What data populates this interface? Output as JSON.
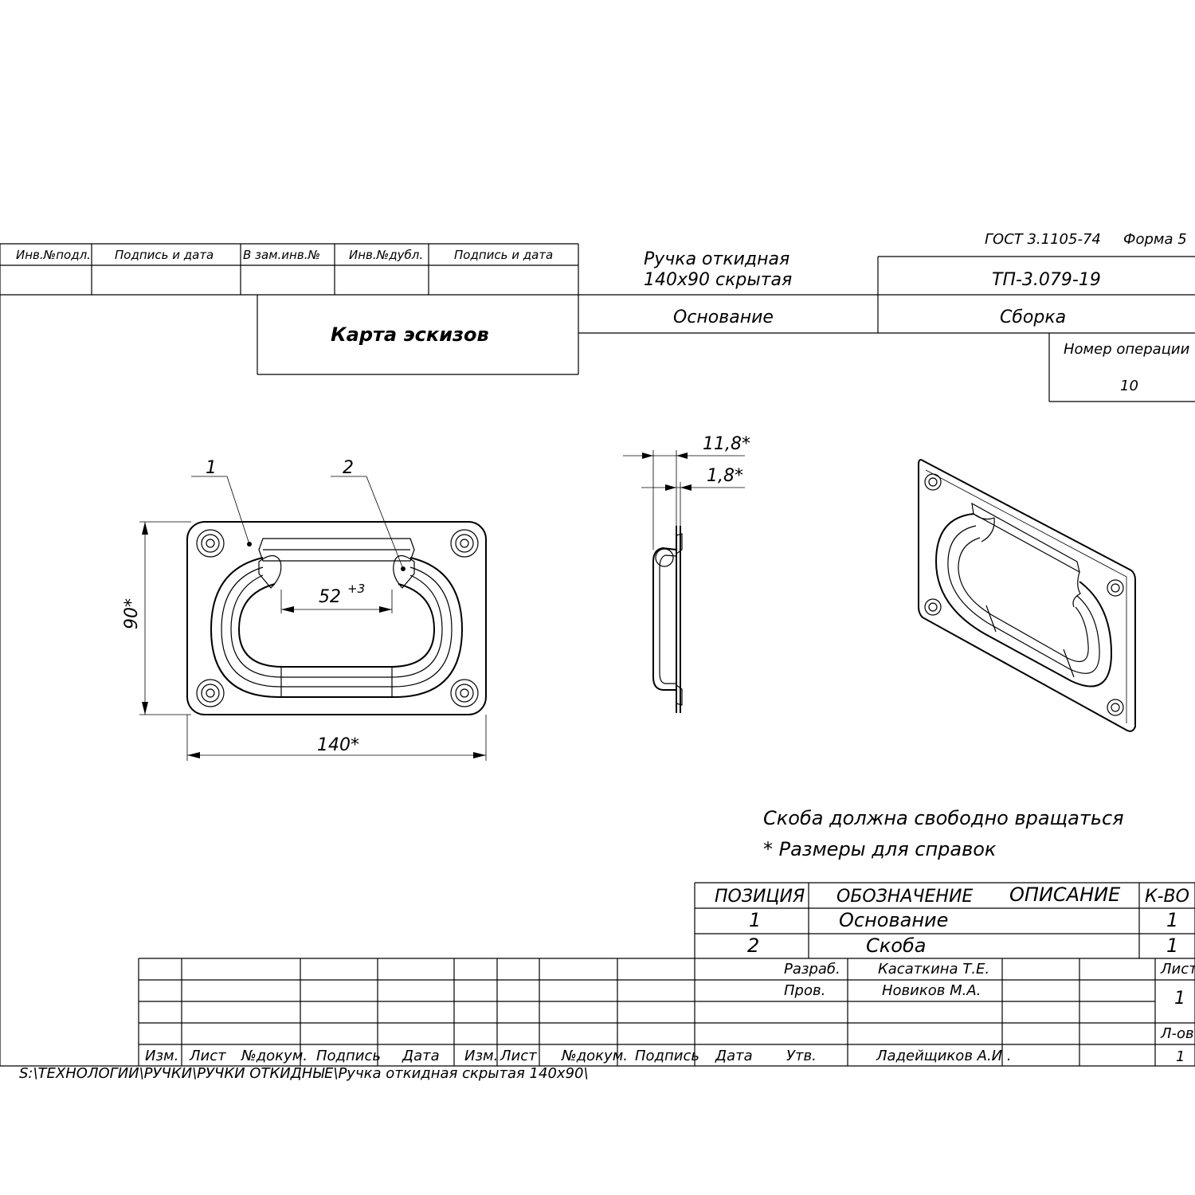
{
  "header": {
    "gost": "ГОСТ 3.1105-74",
    "form": "Форма 5",
    "archive_cols": [
      "Инв.№подл.",
      "Подпись и дата",
      "В зам.инв.№",
      "Инв.№дубл.",
      "Подпись и дата"
    ],
    "doc_title": "Карта эскизов",
    "product_line1": "Ручка откидная",
    "product_line2": "140х90 скрытая",
    "designation": "ТП-3.079-19",
    "part": "Основание",
    "operation_type": "Сборка",
    "op_number_label": "Номер операции",
    "op_number": "10"
  },
  "drawing": {
    "front": {
      "leader1": "1",
      "leader2": "2",
      "dim_height": "90*",
      "dim_width": "140*",
      "dim_inner": "52",
      "dim_inner_tol": "+3"
    },
    "side": {
      "dim_total": "11,8*",
      "dim_plate": "1,8*"
    }
  },
  "notes": [
    "Скоба должна свободно вращаться",
    "* Размеры для справок"
  ],
  "bom": {
    "headers": [
      "ПОЗИЦИЯ",
      "ОБОЗНАЧЕНИЕ",
      "ОПИСАНИЕ",
      "К-ВО"
    ],
    "rows": [
      {
        "pos": "1",
        "name": "Основание",
        "qty": "1"
      },
      {
        "pos": "2",
        "name": "Скоба",
        "qty": "1"
      }
    ]
  },
  "titleblock": {
    "cols": [
      "Изм.",
      "Лист",
      "№докум.",
      "Подпись",
      "Дата",
      "Изм.",
      "Лист",
      "№докум.",
      "Подпись",
      "Дата"
    ],
    "roles": [
      "Разраб.",
      "Пров.",
      "Утв."
    ],
    "people": [
      "Касаткина Т.Е.",
      "Новиков М.А.",
      "Ладейщиков А.И ."
    ],
    "sheet_label": "Лист",
    "sheet_value": "1",
    "sheets_label": "Л-ов",
    "sheets_value": "1"
  },
  "path": "S:\\ТЕХНОЛОГИИ\\РУЧКИ\\РУЧКИ ОТКИДНЫЕ\\Ручка откидная скрытая 140х90\\"
}
